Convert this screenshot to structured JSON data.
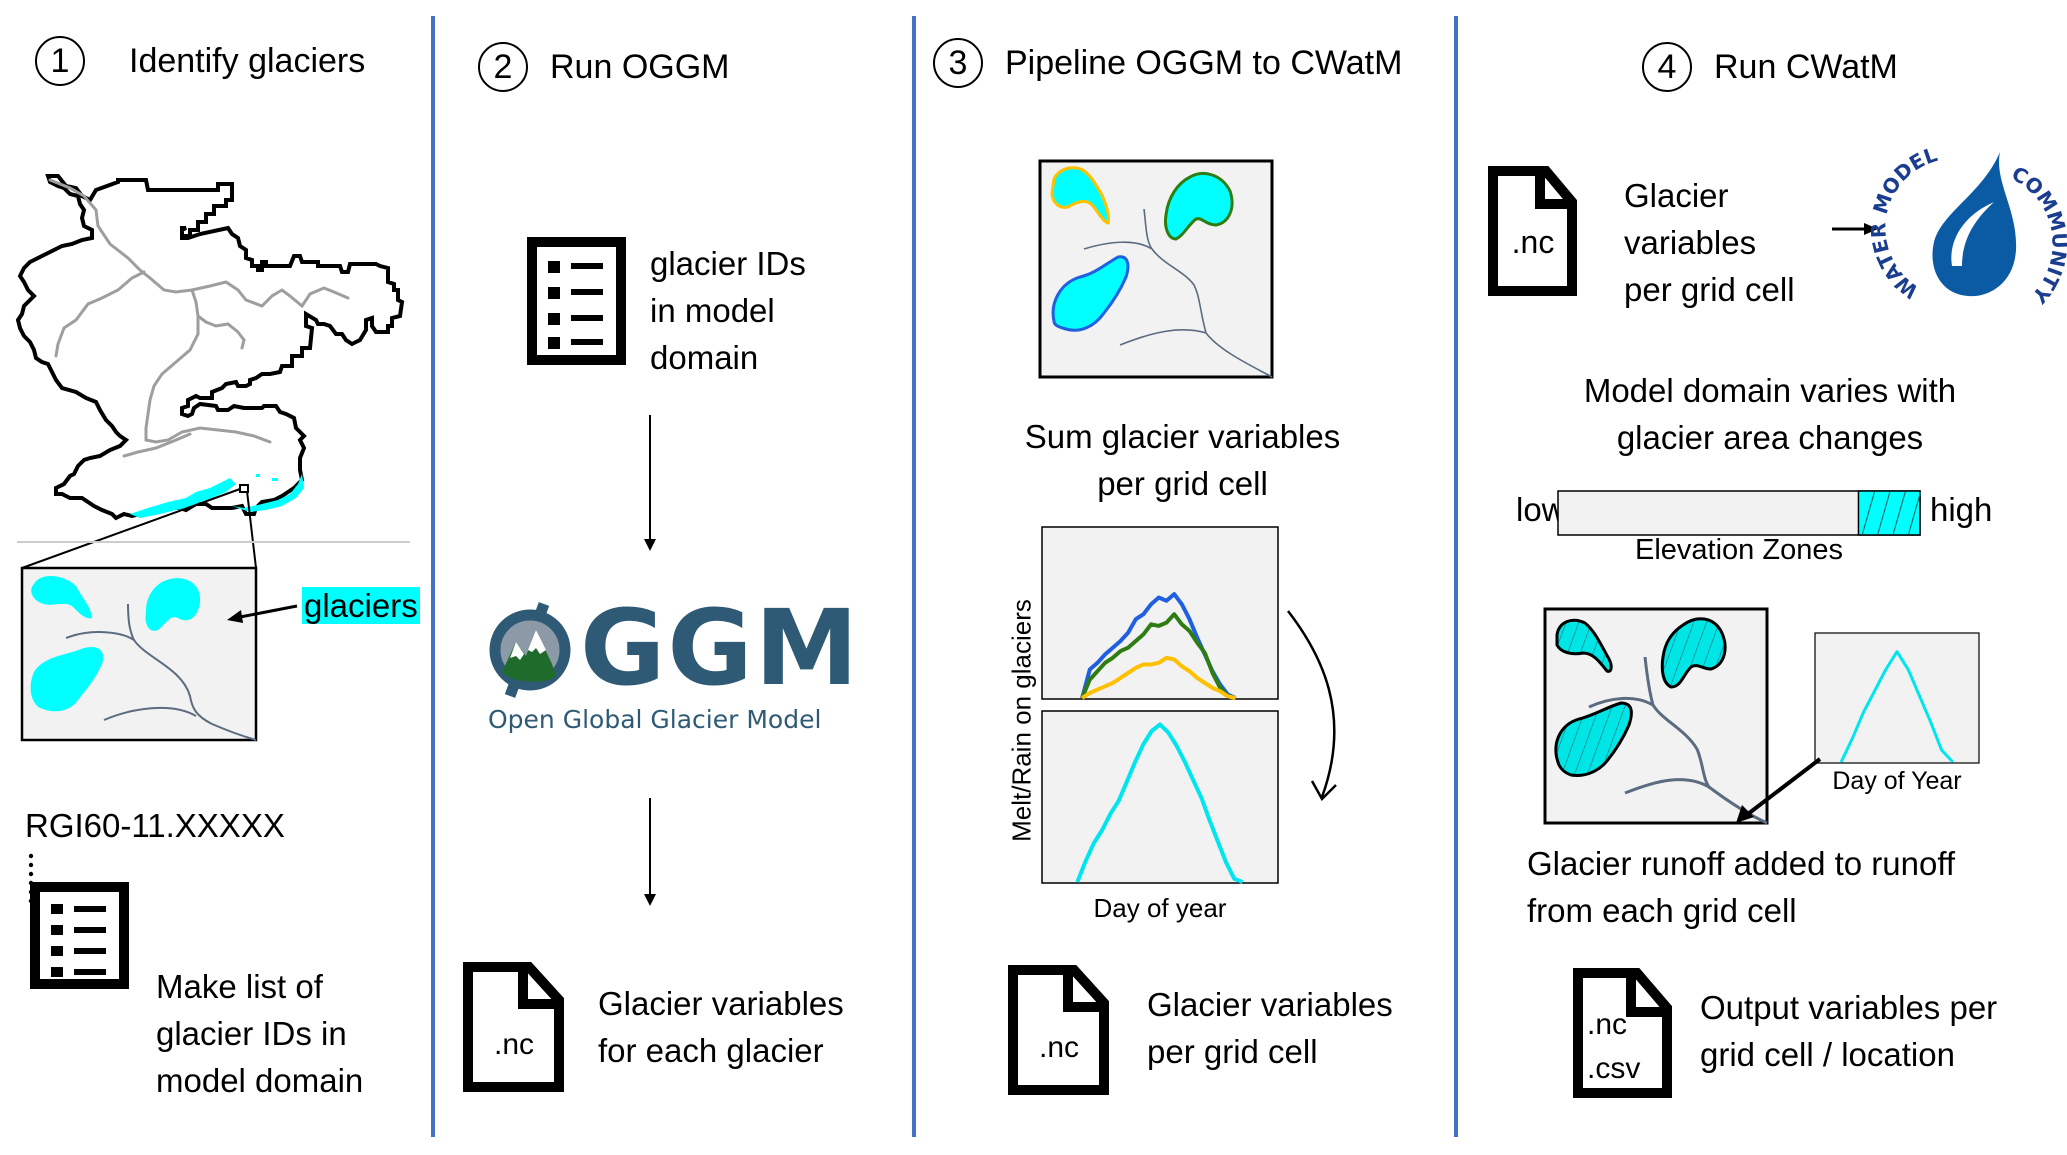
{
  "colors": {
    "divider": "#4472c4",
    "glacier_fill": "#00ffff",
    "grid_cell_bg": "#f2f2f2",
    "river": "#5b6b80",
    "series_blue": "#1f5fe0",
    "series_green": "#2e7d12",
    "series_yellow": "#ffc000",
    "series_cyan": "#00e5ee",
    "oggm_blue": "#2f5a75",
    "oggm_green": "#1f6b2b",
    "cwatm_blue": "#0b5aa4",
    "cwatm_text": "#1b3d8f"
  },
  "steps": [
    {
      "number": "1",
      "title": "Identify glaciers",
      "glacier_label": "glaciers",
      "id_example": "RGI60-11.XXXXX",
      "ellipsis": "⋮",
      "result_icon": "list-icon",
      "result_text": [
        "Make list of",
        "glacier IDs in",
        "model domain"
      ]
    },
    {
      "number": "2",
      "title": "Run OGGM",
      "input_icon": "list-icon",
      "input_text": [
        "glacier IDs",
        "in model",
        "domain"
      ],
      "logo_wordmark": "GGM",
      "logo_tagline": "Open Global Glacier Model",
      "output_icon_ext": ".nc",
      "output_text": [
        "Glacier variables",
        "for each glacier"
      ]
    },
    {
      "number": "3",
      "title": "Pipeline OGGM to CWatM",
      "sum_text": [
        "Sum glacier variables",
        "per grid cell"
      ],
      "ylabel": "Melt/Rain on glaciers",
      "xlabel": "Day of year",
      "output_icon_ext": ".nc",
      "output_text": [
        "Glacier variables",
        "per grid cell"
      ]
    },
    {
      "number": "4",
      "title": "Run CWatM",
      "input_icon_ext": ".nc",
      "input_text": [
        "Glacier",
        "variables",
        "per grid cell"
      ],
      "logo_top": "WATER MODEL",
      "logo_bottom": "COMMUNITY",
      "domain_text": [
        "Model domain varies with",
        "glacier area changes"
      ],
      "elev_low": "low",
      "elev_high": "high",
      "elev_label": "Elevation Zones",
      "elev_glacier_fraction": 0.17,
      "runoff_xlabel": "Day of Year",
      "runoff_text": [
        "Glacier runoff added to runoff",
        "from each grid cell"
      ],
      "output_icon_ext": [
        ".nc",
        ".csv"
      ],
      "output_text": [
        "Output variables per",
        "grid cell / location"
      ]
    }
  ],
  "chart_data": [
    {
      "type": "line",
      "title": "",
      "xlabel": "Day of year",
      "ylabel": "Melt/Rain on glaciers",
      "grid": false,
      "note": "schematic, no tick values",
      "x": [
        0,
        0.05,
        0.1,
        0.15,
        0.2,
        0.25,
        0.3,
        0.35,
        0.4,
        0.45,
        0.5,
        0.55,
        0.6,
        0.65,
        0.7,
        0.75,
        0.8,
        0.85,
        0.9,
        0.95,
        1.0
      ],
      "series": [
        {
          "name": "glacier (blue outline)",
          "values": [
            0,
            0.17,
            0.21,
            0.26,
            0.3,
            0.34,
            0.39,
            0.47,
            0.5,
            0.56,
            0.6,
            0.58,
            0.62,
            0.56,
            0.47,
            0.36,
            0.26,
            0.16,
            0.08,
            0.02,
            0
          ]
        },
        {
          "name": "glacier (green outline)",
          "values": [
            0,
            0.11,
            0.16,
            0.21,
            0.24,
            0.28,
            0.3,
            0.34,
            0.38,
            0.44,
            0.43,
            0.45,
            0.5,
            0.44,
            0.4,
            0.33,
            0.27,
            0.15,
            0.06,
            0.01,
            0
          ]
        },
        {
          "name": "glacier (yellow outline)",
          "values": [
            0,
            0.03,
            0.05,
            0.07,
            0.09,
            0.12,
            0.15,
            0.18,
            0.2,
            0.2,
            0.21,
            0.24,
            0.23,
            0.19,
            0.16,
            0.12,
            0.09,
            0.06,
            0.04,
            0.01,
            0
          ]
        }
      ]
    },
    {
      "type": "line",
      "title": "",
      "xlabel": "Day of year",
      "ylabel": "Melt/Rain on glaciers",
      "grid": false,
      "note": "summed per grid cell",
      "x": [
        0,
        0.05,
        0.1,
        0.15,
        0.2,
        0.25,
        0.3,
        0.35,
        0.4,
        0.45,
        0.5,
        0.55,
        0.6,
        0.65,
        0.7,
        0.75,
        0.8,
        0.85,
        0.9,
        0.95,
        1.0
      ],
      "series": [
        {
          "name": "sum",
          "values": [
            0,
            0.13,
            0.24,
            0.32,
            0.42,
            0.5,
            0.62,
            0.74,
            0.85,
            0.93,
            0.97,
            0.92,
            0.84,
            0.74,
            0.63,
            0.52,
            0.38,
            0.25,
            0.12,
            0.02,
            0
          ]
        }
      ]
    },
    {
      "type": "line",
      "title": "",
      "xlabel": "Day of Year",
      "ylabel": "",
      "grid": false,
      "note": "glacier runoff inset",
      "x": [
        0,
        0.1,
        0.2,
        0.3,
        0.4,
        0.5,
        0.6,
        0.7,
        0.8,
        0.9,
        1.0
      ],
      "series": [
        {
          "name": "runoff",
          "values": [
            0,
            0.2,
            0.42,
            0.6,
            0.78,
            0.93,
            0.78,
            0.56,
            0.34,
            0.1,
            0
          ]
        }
      ]
    }
  ]
}
